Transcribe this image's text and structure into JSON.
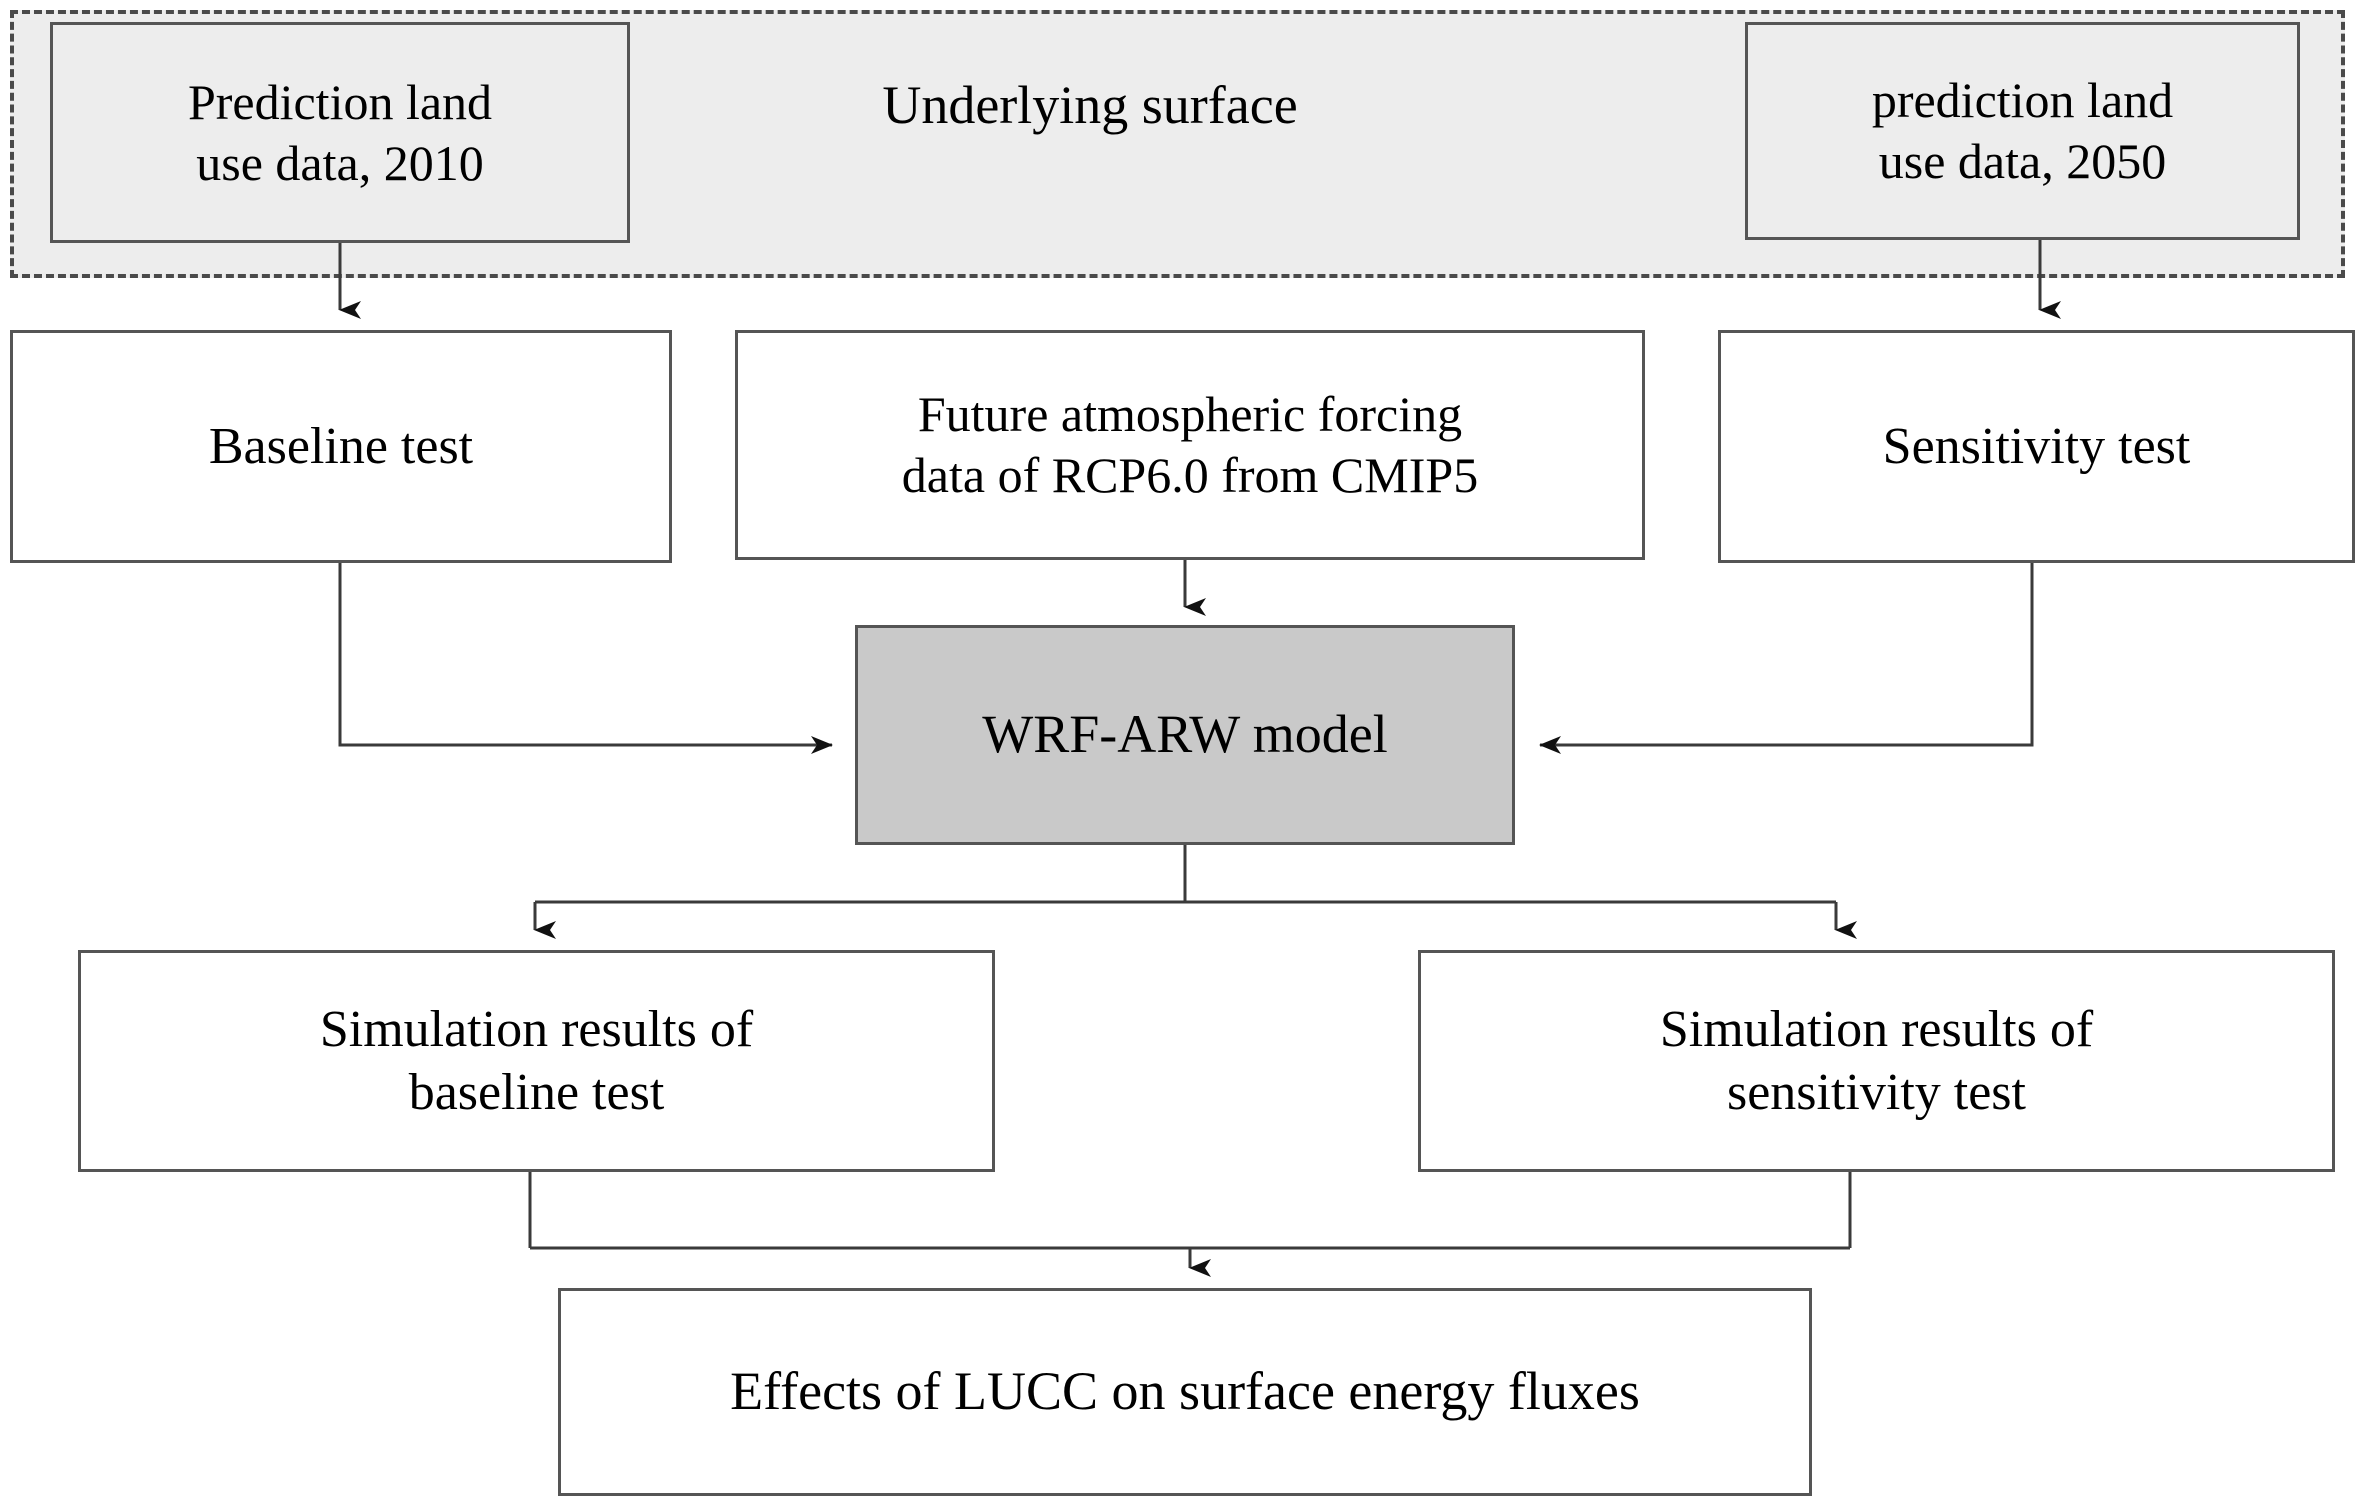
{
  "diagram": {
    "title_text": "Underlying surface",
    "colors": {
      "region_fill": "#ededed",
      "region_border": "#4a4a4a",
      "node_border": "#555555",
      "node_fill": "#ffffff",
      "model_fill": "#c9c9c9",
      "wire": "#3a3a3a",
      "text": "#000000"
    },
    "nodes": {
      "prediction_2010": "Prediction land\nuse data, 2010",
      "prediction_2050": "prediction land\nuse data, 2050",
      "baseline_test": "Baseline test",
      "forcing_data": "Future atmospheric forcing\ndata of RCP6.0 from CMIP5",
      "sensitivity_test": "Sensitivity test",
      "wrf_model": "WRF-ARW model",
      "results_baseline": "Simulation results of\nbaseline test",
      "results_sensitivity": "Simulation results of\nsensitivity test",
      "effects": "Effects of LUCC on surface energy fluxes"
    },
    "edges": [
      {
        "from": "prediction_2010",
        "to": "baseline_test"
      },
      {
        "from": "prediction_2050",
        "to": "sensitivity_test"
      },
      {
        "from": "baseline_test",
        "to": "wrf_model"
      },
      {
        "from": "forcing_data",
        "to": "wrf_model"
      },
      {
        "from": "sensitivity_test",
        "to": "wrf_model"
      },
      {
        "from": "wrf_model",
        "to": "results_baseline"
      },
      {
        "from": "wrf_model",
        "to": "results_sensitivity"
      },
      {
        "from": "results_baseline",
        "to": "effects"
      },
      {
        "from": "results_sensitivity",
        "to": "effects"
      }
    ]
  }
}
